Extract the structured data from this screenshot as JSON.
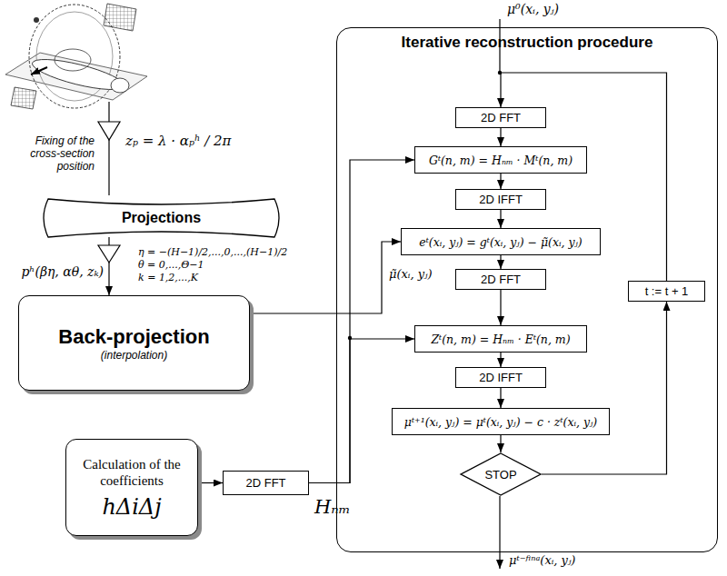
{
  "diagram": {
    "nodes": [
      {
        "text": [
          "Projections"
        ]
      },
      {
        "text": [
          "Back-projection",
          "(interpolation)"
        ]
      },
      {
        "text": [
          "Calculation of the coefficients",
          "hΔiΔj"
        ]
      },
      {
        "text": [
          "2D FFT"
        ]
      },
      {
        "text": [
          "Iterative reconstruction procedure"
        ]
      },
      {
        "text": [
          "2D FFT"
        ],
        "in": 4
      },
      {
        "text": [
          "Gᵗ(n, m) = Hₙₘ · Mᵗ(n, m)"
        ],
        "in": 4
      },
      {
        "text": [
          "2D IFFT"
        ],
        "in": 4
      },
      {
        "text": [
          "eᵗ(xᵢ, yⱼ) = gᵗ(xᵢ, yⱼ) − μ̃(xᵢ, yⱼ)"
        ],
        "in": 4
      },
      {
        "text": [
          "2D FFT"
        ],
        "in": 4
      },
      {
        "text": [
          "Zᵗ(n, m) = Hₙₘ · Eᵗ(n, m)"
        ],
        "in": 4
      },
      {
        "text": [
          "2D IFFT"
        ],
        "in": 4
      },
      {
        "text": [
          "μᵗ⁺¹(xᵢ, yⱼ) = μᵗ(xᵢ, yⱼ) − c · zᵗ(xᵢ, yⱼ)"
        ],
        "in": 4
      },
      {
        "text": [
          "STOP"
        ],
        "in": 4
      },
      {
        "text": [
          "t := t + 1"
        ],
        "in": 4
      }
    ],
    "edges": [
      {
        "from": 0,
        "to": 1,
        "arrow": "to"
      },
      {
        "from": 1,
        "to": 8,
        "label": "μ̃(xᵢ, yⱼ)",
        "arrow": "to"
      },
      {
        "from": 2,
        "to": 3,
        "arrow": "to"
      },
      {
        "from": 3,
        "to": 6,
        "arrow": "to"
      },
      {
        "from": 3,
        "to": 10,
        "arrow": "to"
      },
      {
        "from": 5,
        "to": 6,
        "arrow": "to"
      },
      {
        "from": 6,
        "to": 7,
        "arrow": "to"
      },
      {
        "from": 7,
        "to": 8,
        "arrow": "to"
      },
      {
        "from": 8,
        "to": 9,
        "arrow": "to"
      },
      {
        "from": 9,
        "to": 10,
        "arrow": "to"
      },
      {
        "from": 10,
        "to": 11,
        "arrow": "to"
      },
      {
        "from": 11,
        "to": 12,
        "arrow": "to"
      },
      {
        "from": 12,
        "to": 13,
        "arrow": "to"
      },
      {
        "from": 13,
        "to": 14,
        "arrow": "to"
      },
      {
        "from": 14,
        "to": 5,
        "arrow": "to"
      }
    ],
    "labels": [
      "Fixing of the cross-section position",
      "zₚ = λ · αₚʰ / 2π",
      "pʰ(βη, αθ, zₖ)",
      "η = −(Η−1)/2,...,0,...,(Η−1)/2",
      "θ = 0,...,Θ−1",
      "k = 1,2,...,Κ",
      "Hₙₘ",
      "μ⁰(xᵢ, yⱼ)",
      "μᵗ⁻ᶠⁱⁿᵃ(xᵢ, yⱼ)"
    ]
  }
}
